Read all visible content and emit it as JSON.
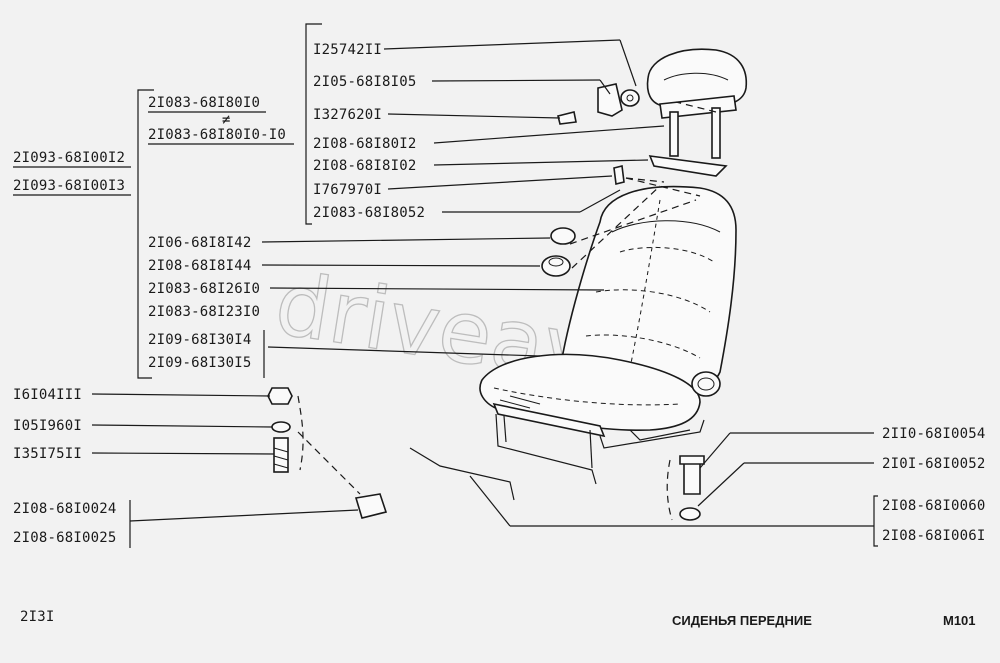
{
  "watermark": "driveavto",
  "headrest_group": {
    "labels": [
      "I25742II",
      "2I05-68I8I05",
      "I327620I",
      "2I08-68I80I2",
      "2I08-68I8I02",
      "I767970I",
      "2I083-68I8052"
    ]
  },
  "variant_group": {
    "labels": [
      "2I083-68I80I0",
      "2I083-68I80I0-I0"
    ],
    "separator": "≠"
  },
  "assembly_group": {
    "labels": [
      "2I093-68I00I2",
      "2I093-68I00I3"
    ]
  },
  "middle_labels": [
    "2I06-68I8I42",
    "2I08-68I8I44",
    "2I083-68I26I0",
    "2I083-68I23I0"
  ],
  "middle_pair": [
    "2I09-68I30I4",
    "2I09-68I30I5"
  ],
  "lower_left_labels": [
    "I6I04III",
    "I05I960I",
    "I35I75II"
  ],
  "lower_left_pair": [
    "2I08-68I0024",
    "2I08-68I0025"
  ],
  "right_labels": [
    "2II0-68I0054",
    "2I0I-68I0052"
  ],
  "right_pair": [
    "2I08-68I0060",
    "2I08-68I006I"
  ],
  "footer": {
    "model": "2I3I",
    "title": "СИДЕНЬЯ ПЕРЕДНИЕ",
    "page_code": "M101"
  }
}
